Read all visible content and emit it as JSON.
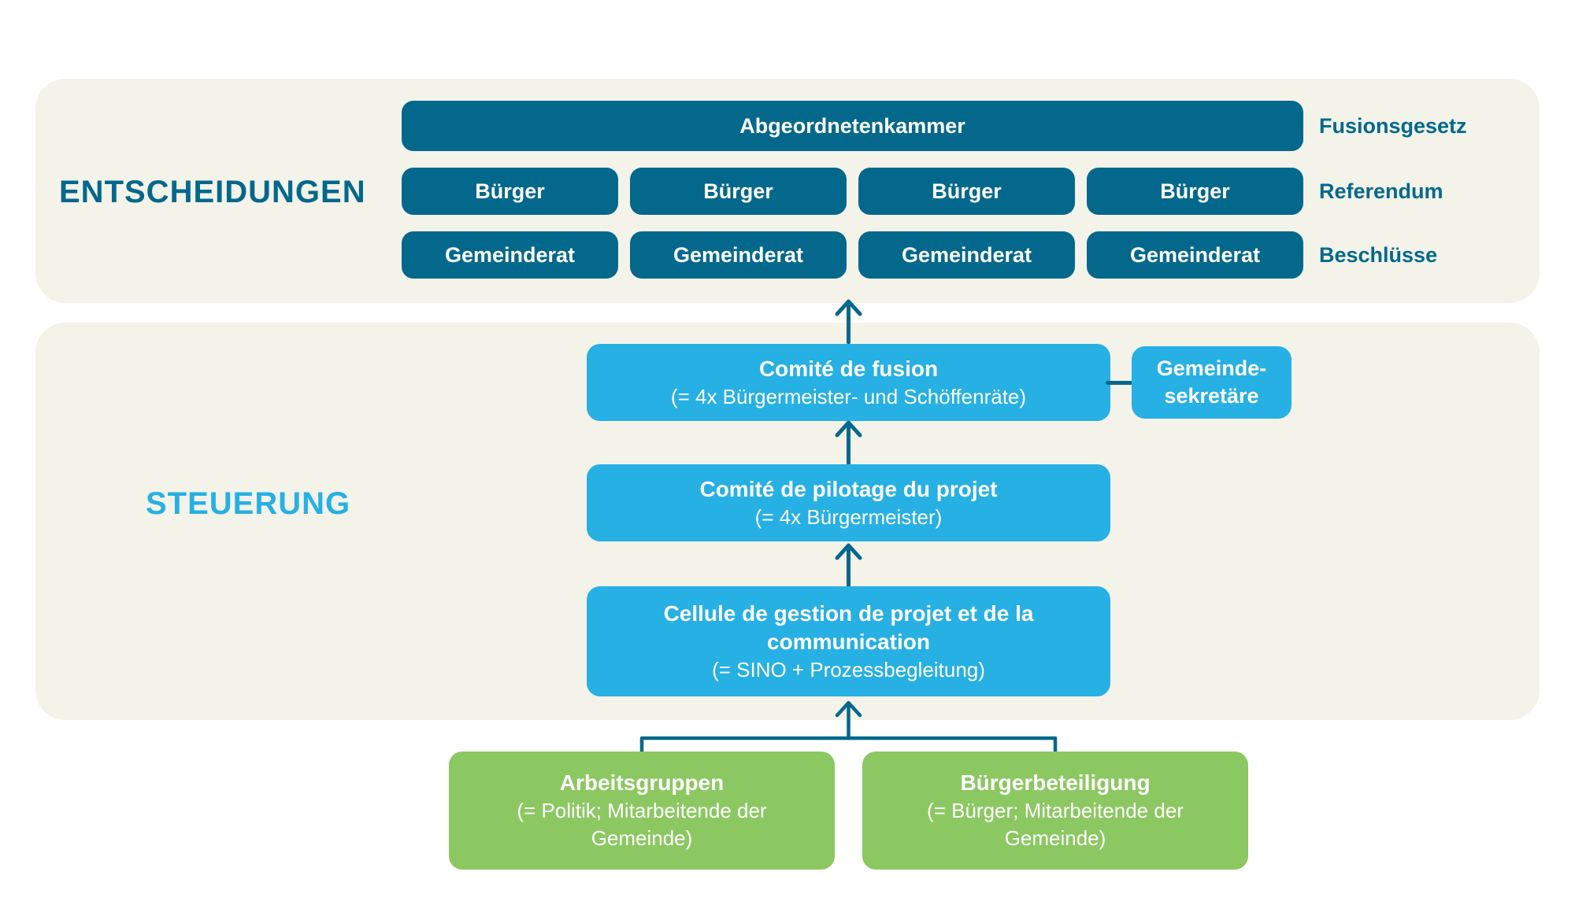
{
  "colors": {
    "panel_bg": "#f3f3e9",
    "dark_teal": "#04688c",
    "cyan": "#27b0e3",
    "green": "#8cc862"
  },
  "decisions": {
    "section_label": "ENTSCHEIDUNGEN",
    "chamber": "Abgeordnetenkammer",
    "chamber_tag": "Fusionsgesetz",
    "citizens": [
      "Bürger",
      "Bürger",
      "Bürger",
      "Bürger"
    ],
    "citizens_tag": "Referendum",
    "councils": [
      "Gemeinderat",
      "Gemeinderat",
      "Gemeinderat",
      "Gemeinderat"
    ],
    "councils_tag": "Beschlüsse"
  },
  "steering": {
    "section_label": "STEUERUNG",
    "fusion_committee": {
      "title": "Comité de fusion",
      "subtitle": "(= 4x Bürgermeister- und Schöffenräte)"
    },
    "secretaries": {
      "label": "Gemeinde-\nsekretäre"
    },
    "steering_committee": {
      "title": "Comité de pilotage du projet",
      "subtitle": "(= 4x Bürgermeister)"
    },
    "project_cell": {
      "title": "Cellule de gestion de projet et de la communication",
      "subtitle": "(= SINO + Prozessbegleitung)"
    }
  },
  "base": {
    "working_groups": {
      "title": "Arbeitsgruppen",
      "subtitle": "(= Politik; Mitarbeitende der Gemeinde)"
    },
    "participation": {
      "title": "Bürgerbeteiligung",
      "subtitle": "(= Bürger; Mitarbeitende der Gemeinde)"
    }
  }
}
